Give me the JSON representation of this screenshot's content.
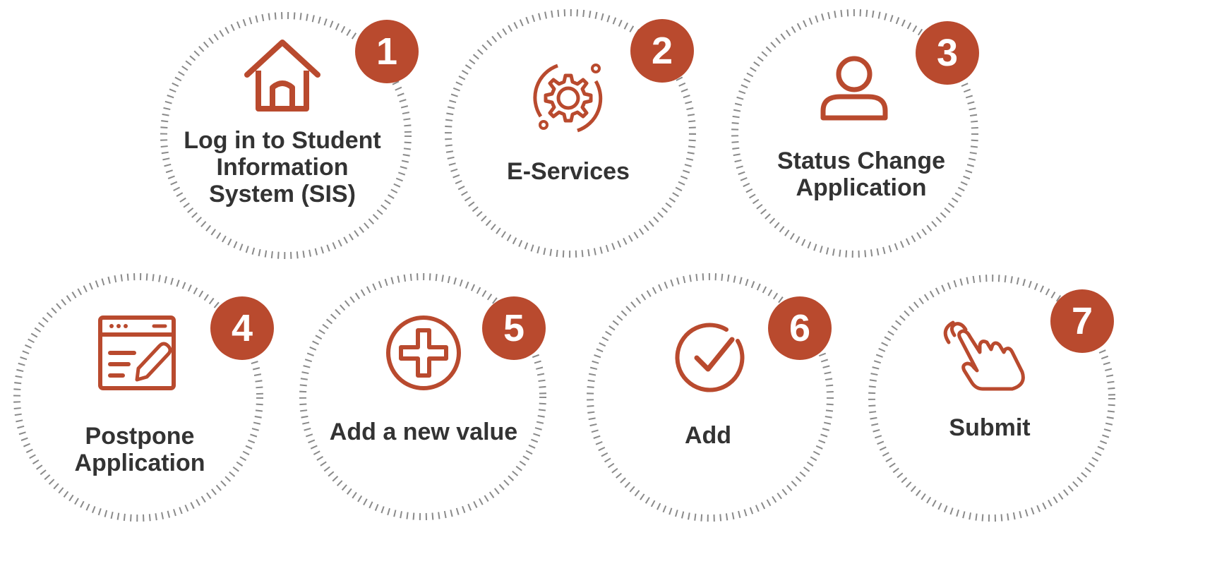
{
  "colors": {
    "accent": "#b94a2e",
    "ring": "#8a8a8a",
    "label": "#333333",
    "badge_text": "#ffffff"
  },
  "steps": [
    {
      "number": "1",
      "label": "Log in to Student\nInformation\nSystem (SIS)",
      "icon": "house-icon"
    },
    {
      "number": "2",
      "label": "E-Services",
      "icon": "gear-icon"
    },
    {
      "number": "3",
      "label": "Status Change\nApplication",
      "icon": "user-icon"
    },
    {
      "number": "4",
      "label": "Postpone\nApplication",
      "icon": "form-edit-icon"
    },
    {
      "number": "5",
      "label": "Add a new value",
      "icon": "plus-circle-icon"
    },
    {
      "number": "6",
      "label": "Add",
      "icon": "check-circle-icon"
    },
    {
      "number": "7",
      "label": "Submit",
      "icon": "hand-tap-icon"
    }
  ]
}
